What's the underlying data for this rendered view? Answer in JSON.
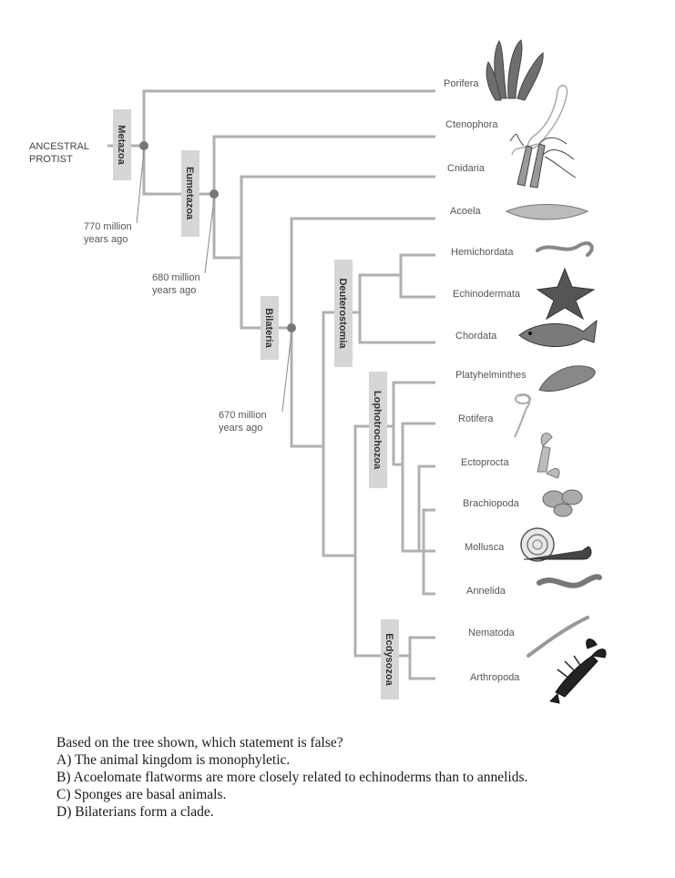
{
  "tree": {
    "root_label": [
      "ANCESTRAL",
      "PROTIST"
    ],
    "taxa": [
      "Porifera",
      "Ctenophora",
      "Cnidaria",
      "Acoela",
      "Hemichordata",
      "Echinodermata",
      "Chordata",
      "Platyhelminthes",
      "Rotifera",
      "Ectoprocta",
      "Brachiopoda",
      "Mollusca",
      "Annelida",
      "Nematoda",
      "Arthropoda"
    ],
    "clades": [
      "Metazoa",
      "Eumetazoa",
      "Bilateria",
      "Deuterostomia",
      "Lophotrochozoa",
      "Ecdysozoa"
    ],
    "dates": {
      "metazoa": [
        "770 million",
        "years ago"
      ],
      "eumetazoa": [
        "680 million",
        "years ago"
      ],
      "bilateria": [
        "670 million",
        "years ago"
      ]
    },
    "colors": {
      "branch": "#b0b0b0",
      "node": "#777777",
      "clade_box": "#d6d6d6"
    }
  },
  "question": {
    "stem": "Based on the tree shown, which statement is false?",
    "options": [
      "A) The animal kingdom is monophyletic.",
      "B) Acoelomate flatworms are more closely related to echinoderms than to annelids.",
      "C) Sponges are basal animals.",
      "D) Bilaterians form a clade."
    ]
  }
}
